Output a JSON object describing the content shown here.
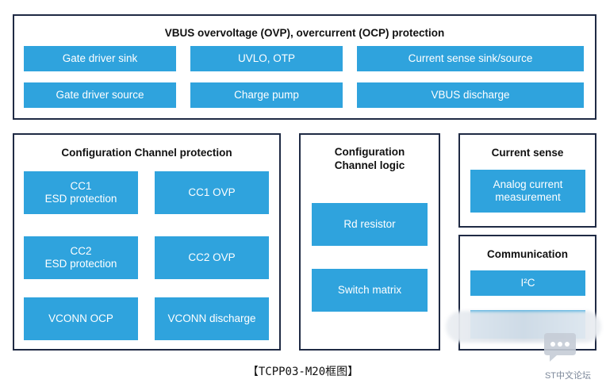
{
  "vbus": {
    "title": "VBUS overvoltage (OVP), overcurrent (OCP) protection",
    "blocks": [
      "Gate driver sink",
      "UVLO, OTP",
      "Current sense sink/source",
      "Gate driver source",
      "Charge pump",
      "VBUS discharge"
    ]
  },
  "cc_protection": {
    "title": "Configuration Channel protection",
    "blocks": [
      "CC1\nESD protection",
      "CC1 OVP",
      "CC2\nESD protection",
      "CC2 OVP",
      "VCONN OCP",
      "VCONN discharge"
    ]
  },
  "cc_logic": {
    "title": "Configuration\nChannel logic",
    "blocks": [
      "Rd resistor",
      "Switch matrix"
    ]
  },
  "current_sense": {
    "title": "Current sense",
    "blocks": [
      "Analog current\nmeasurement"
    ]
  },
  "communication": {
    "title": "Communication",
    "blocks": [
      "I²C"
    ]
  },
  "caption": "【TCPP03-M20框图】",
  "watermark": {
    "text": "ST中文论坛",
    "icon": "chat-bubble-icon"
  },
  "colors": {
    "block": "#2fa3dd",
    "border": "#1f2a44",
    "block_text": "#ffffff"
  }
}
